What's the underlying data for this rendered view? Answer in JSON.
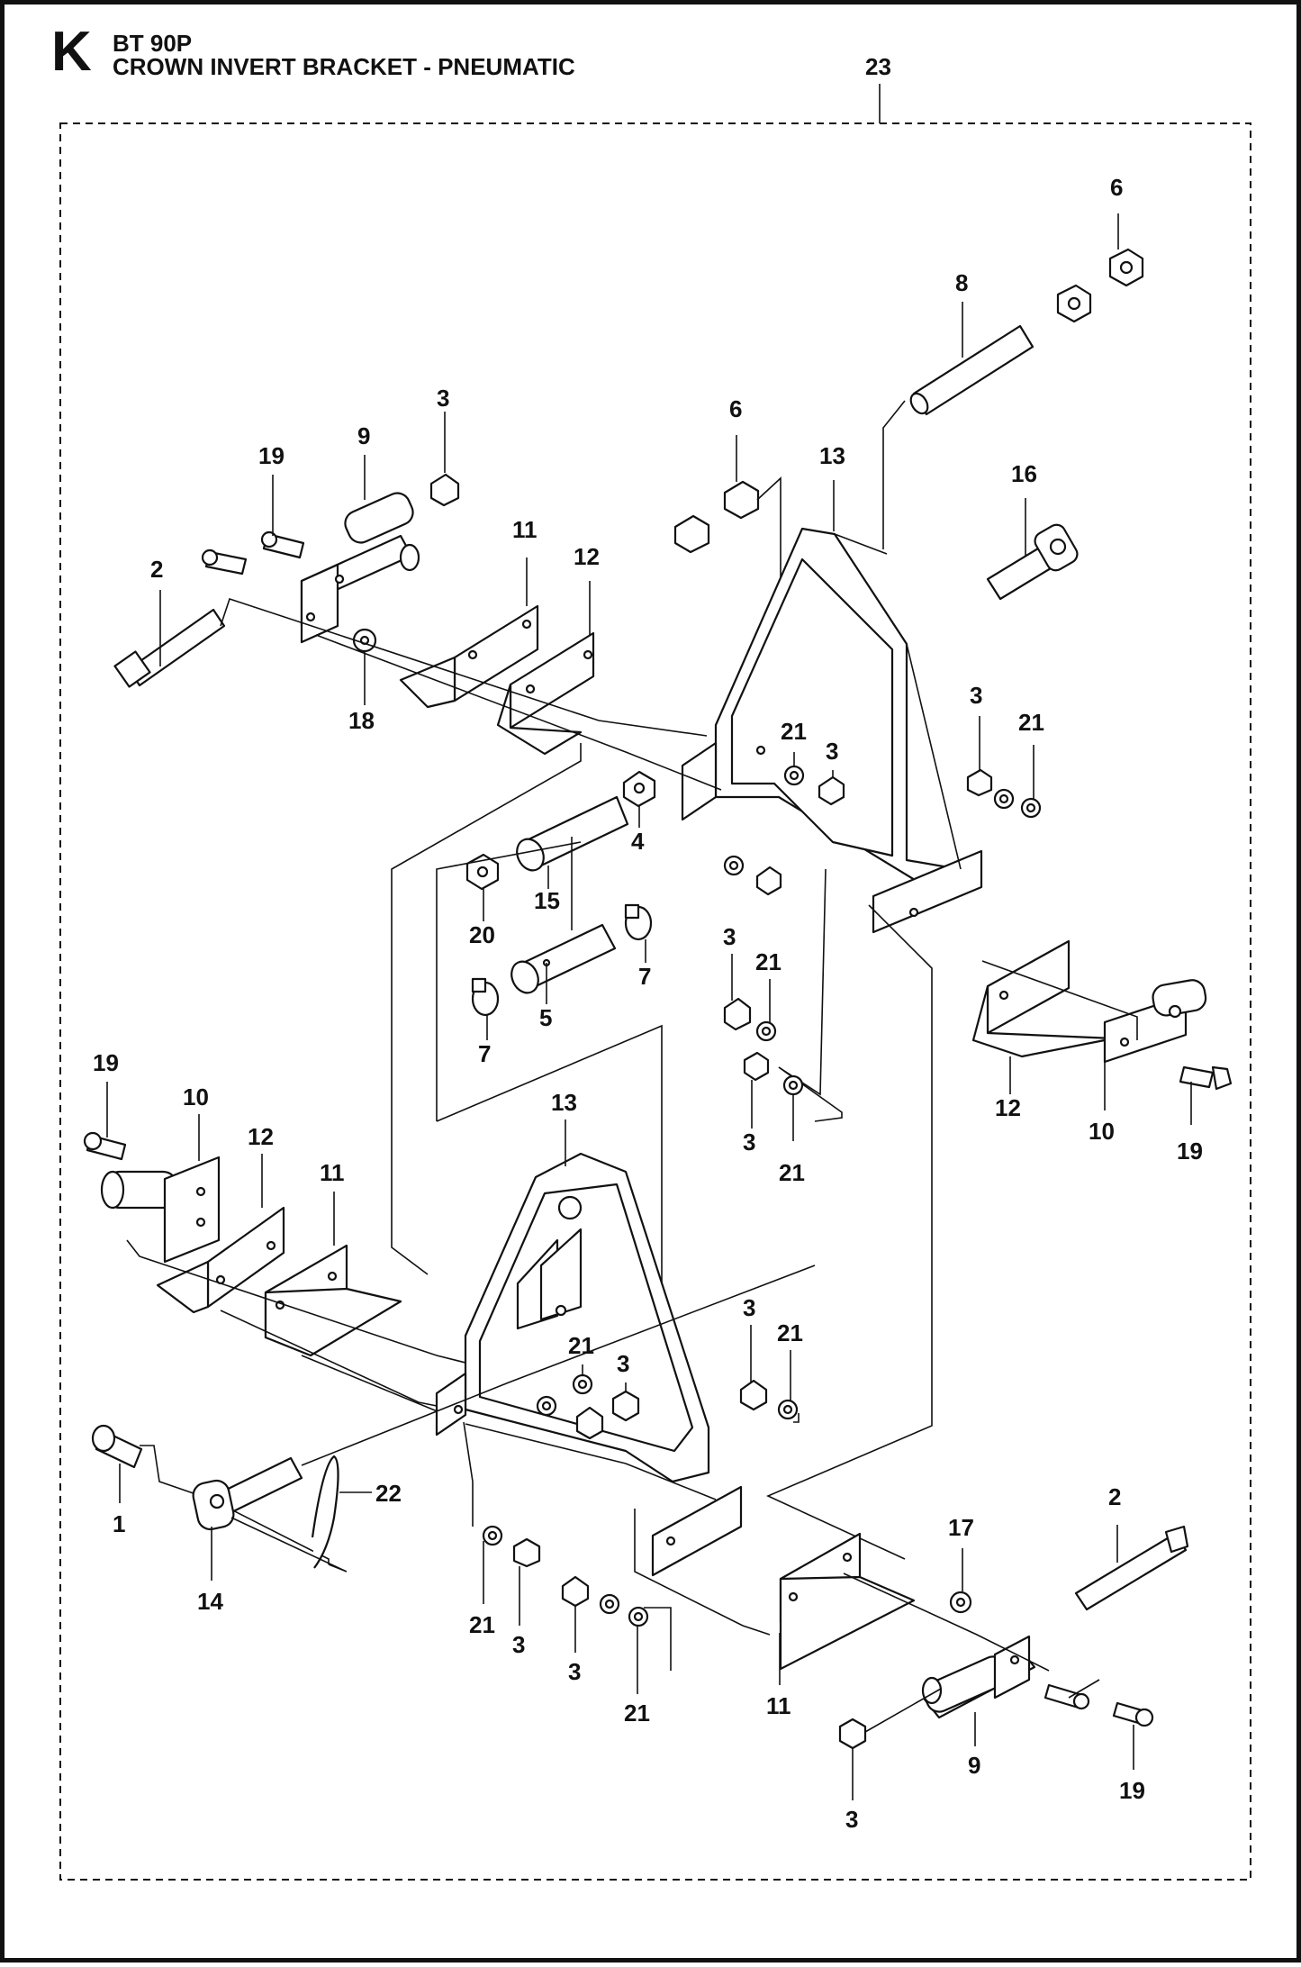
{
  "header": {
    "section_letter": "K",
    "model": "BT 90P",
    "title": "CROWN INVERT BRACKET - PNEUMATIC"
  },
  "callouts": [
    {
      "id": "c23",
      "label": "23"
    },
    {
      "id": "c6a",
      "label": "6"
    },
    {
      "id": "c8",
      "label": "8"
    },
    {
      "id": "c6b",
      "label": "6"
    },
    {
      "id": "c13a",
      "label": "13"
    },
    {
      "id": "c16",
      "label": "16"
    },
    {
      "id": "c3a",
      "label": "3"
    },
    {
      "id": "c19a",
      "label": "19"
    },
    {
      "id": "c9a",
      "label": "9"
    },
    {
      "id": "c11a",
      "label": "11"
    },
    {
      "id": "c12a",
      "label": "12"
    },
    {
      "id": "c2a",
      "label": "2"
    },
    {
      "id": "c18",
      "label": "18"
    },
    {
      "id": "c3b",
      "label": "3"
    },
    {
      "id": "c21a",
      "label": "21"
    },
    {
      "id": "c21b",
      "label": "21"
    },
    {
      "id": "c3c",
      "label": "3"
    },
    {
      "id": "c4",
      "label": "4"
    },
    {
      "id": "c15",
      "label": "15"
    },
    {
      "id": "c20",
      "label": "20"
    },
    {
      "id": "c7a",
      "label": "7"
    },
    {
      "id": "c5",
      "label": "5"
    },
    {
      "id": "c7b",
      "label": "7"
    },
    {
      "id": "c3d",
      "label": "3"
    },
    {
      "id": "c21c",
      "label": "21"
    },
    {
      "id": "c3e",
      "label": "3"
    },
    {
      "id": "c21d",
      "label": "21"
    },
    {
      "id": "c12b",
      "label": "12"
    },
    {
      "id": "c10a",
      "label": "10"
    },
    {
      "id": "c19b",
      "label": "19"
    },
    {
      "id": "c19c",
      "label": "19"
    },
    {
      "id": "c10b",
      "label": "10"
    },
    {
      "id": "c12c",
      "label": "12"
    },
    {
      "id": "c11b",
      "label": "11"
    },
    {
      "id": "c13b",
      "label": "13"
    },
    {
      "id": "c21e",
      "label": "21"
    },
    {
      "id": "c3f",
      "label": "3"
    },
    {
      "id": "c3g",
      "label": "3"
    },
    {
      "id": "c21f",
      "label": "21"
    },
    {
      "id": "c1",
      "label": "1"
    },
    {
      "id": "c14",
      "label": "14"
    },
    {
      "id": "c22",
      "label": "22"
    },
    {
      "id": "c2b",
      "label": "2"
    },
    {
      "id": "c17",
      "label": "17"
    },
    {
      "id": "c21g",
      "label": "21"
    },
    {
      "id": "c3h",
      "label": "3"
    },
    {
      "id": "c3i",
      "label": "3"
    },
    {
      "id": "c21h",
      "label": "21"
    },
    {
      "id": "c11c",
      "label": "11"
    },
    {
      "id": "c9b",
      "label": "9"
    },
    {
      "id": "c19d",
      "label": "19"
    },
    {
      "id": "c3j",
      "label": "3"
    }
  ]
}
